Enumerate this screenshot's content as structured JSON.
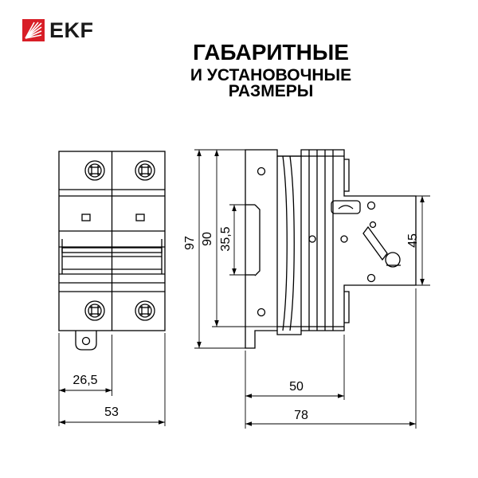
{
  "brand": {
    "name": "EKF",
    "logo_icon": "ekf-logo-icon",
    "logo_color": "#d81e27"
  },
  "title": {
    "line1": "ГАБАРИТНЫЕ",
    "line2": "И УСТАНОВОЧНЫЕ",
    "line3": "РАЗМЕРЫ"
  },
  "dimensions": {
    "width_pole": "26,5",
    "width_total": "53",
    "height_total": "97",
    "height_body": "90",
    "rail_height": "35,5",
    "front_height": "45",
    "depth_rail": "50",
    "depth_total": "78"
  }
}
